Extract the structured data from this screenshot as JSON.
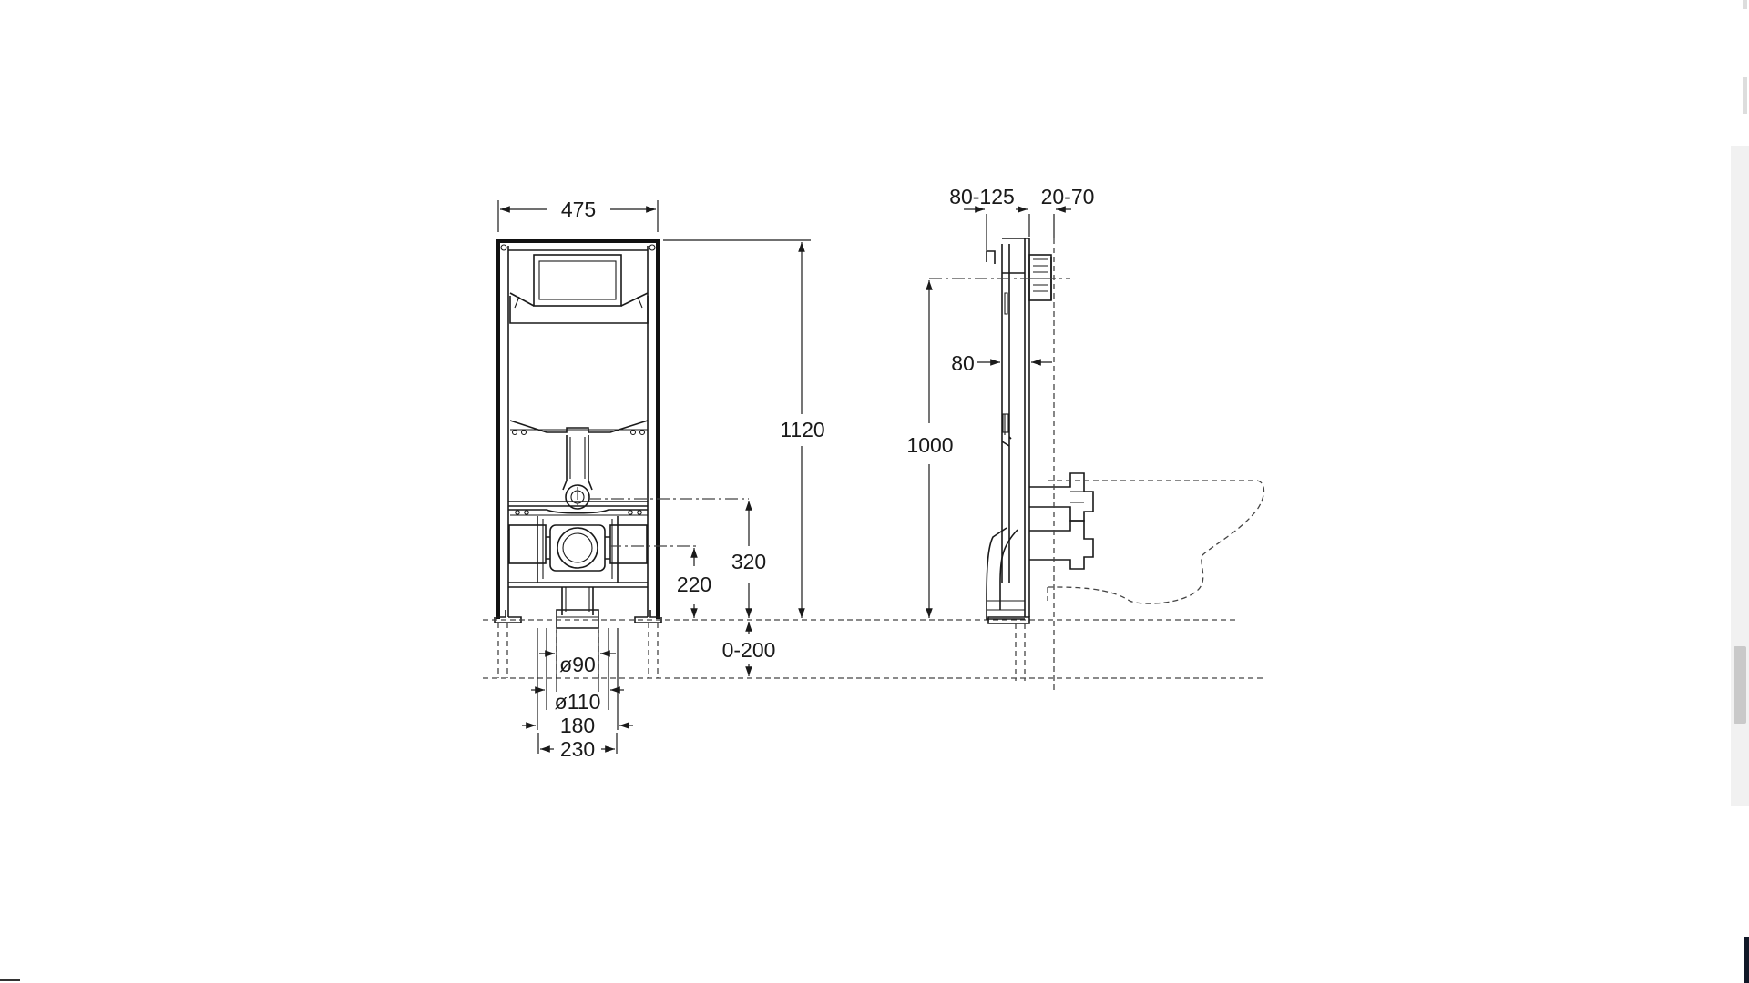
{
  "drawing": {
    "front_view": {
      "width": "475",
      "height": "1120",
      "flush_center_height": "320",
      "outlet_height": "220",
      "floor_adjust": "0-200",
      "pipe_inner": "ø90",
      "pipe_outer": "ø110",
      "feet_inner": "180",
      "feet_outer": "230"
    },
    "side_view": {
      "top_left": "80-125",
      "top_right": "20-70",
      "inlet_offset": "80",
      "mount_height": "1000"
    }
  },
  "colors": {
    "line": "#1a1a1a",
    "background": "#ffffff",
    "scrollbar_thumb": "#c9c9c9"
  }
}
